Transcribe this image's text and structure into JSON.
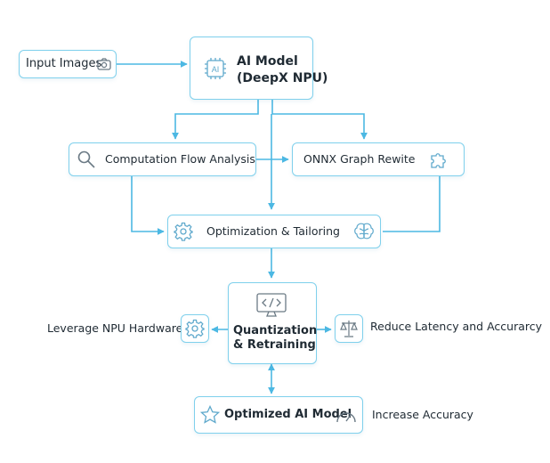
{
  "nodes": {
    "input_images": {
      "label": "Input Images",
      "icon": "camera-icon"
    },
    "ai_model": {
      "line1": "AI Model",
      "line2": "(DeepX NPU)",
      "icon": "ai-chip-icon"
    },
    "computation_flow": {
      "label": "Computation Flow Analysis",
      "icon": "magnifier-icon"
    },
    "onnx_rewrite": {
      "label": "ONNX Graph Rewite",
      "icon": "puzzle-icon"
    },
    "optimization": {
      "label": "Optimization & Tailoring",
      "icon": "gear-icon",
      "icon_right": "brain-icon"
    },
    "quantization": {
      "line1": "Quantization",
      "line2": "& Retraining",
      "icon": "code-monitor-icon"
    },
    "leverage_npu": {
      "label": "Leverage NPU Hardware",
      "icon": "gear-icon"
    },
    "reduce_latency": {
      "label": "Reduce Latency and Accurarcy",
      "icon": "scale-icon"
    },
    "optimized_model": {
      "label": "Optimized AI Model",
      "icon": "star-icon",
      "icon_right": "speedometer-icon"
    },
    "increase_accuracy": {
      "label": "Increase Accuracy"
    }
  },
  "colors": {
    "border": "#7fd0ec",
    "arrow": "#4cb8e3",
    "icon": "#5fa9cc",
    "icon_dark": "#6b7a85",
    "text": "#1f2a33"
  }
}
